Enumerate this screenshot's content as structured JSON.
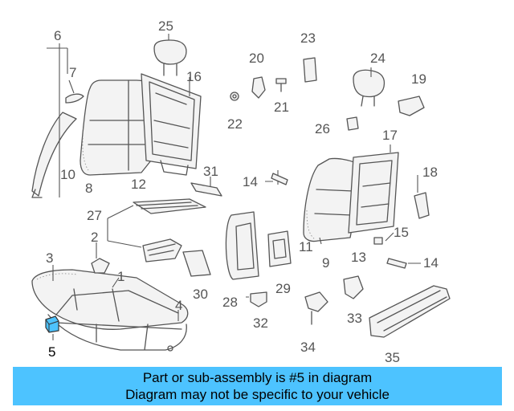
{
  "diagram": {
    "callouts": [
      "1",
      "2",
      "3",
      "4",
      "5",
      "6",
      "7",
      "8",
      "9",
      "10",
      "11",
      "12",
      "13",
      "14",
      "14",
      "15",
      "16",
      "17",
      "18",
      "19",
      "20",
      "21",
      "22",
      "23",
      "24",
      "25",
      "26",
      "27",
      "28",
      "29",
      "30",
      "31",
      "32",
      "33",
      "34",
      "35"
    ],
    "highlighted_part": "5",
    "highlight_color": "#4dc3ff"
  },
  "banner": {
    "line1": "Part or sub-assembly is #5 in diagram",
    "line2": "Diagram may not be specific to your vehicle",
    "background": "#4dc3ff"
  }
}
